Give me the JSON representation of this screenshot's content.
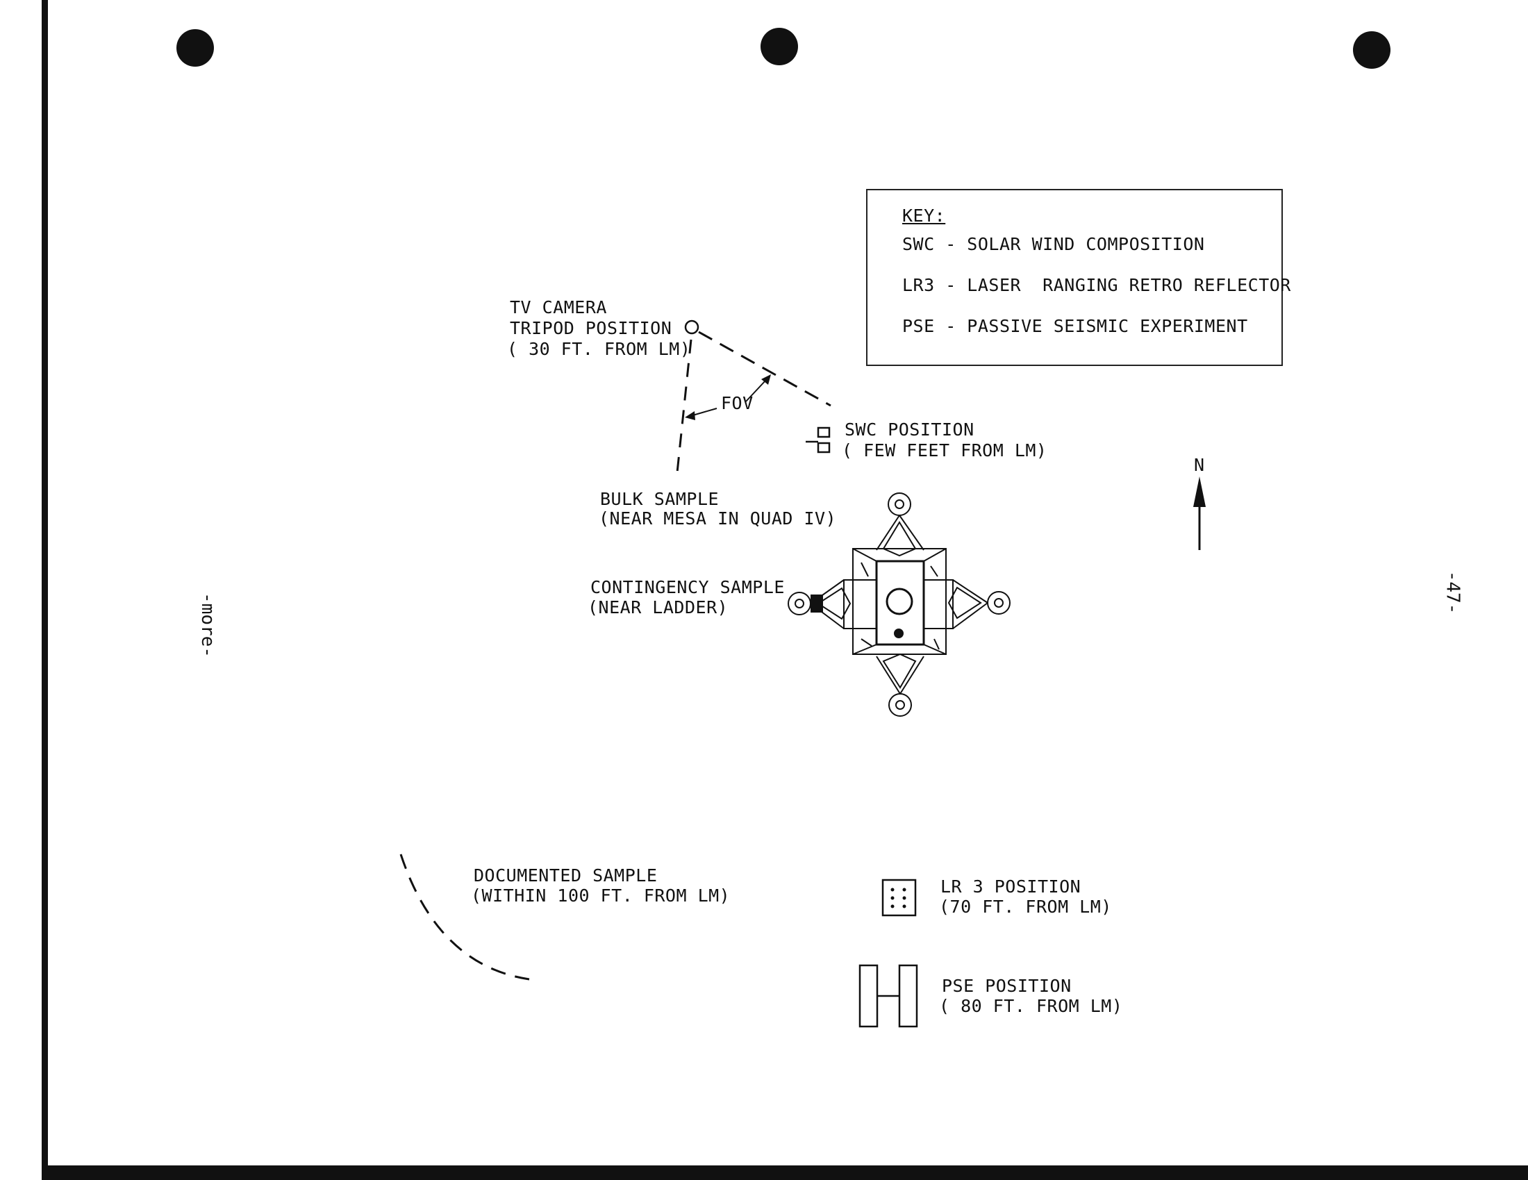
{
  "key": {
    "title": "KEY:",
    "items": [
      "SWC - SOLAR WIND COMPOSITION",
      "LR3 - LASER  RANGING RETRO REFLECTOR",
      "PSE - PASSIVE SEISMIC EXPERIMENT"
    ]
  },
  "labels": {
    "tv_camera": [
      "TV CAMERA",
      "TRIPOD POSITION",
      "( 30 FT. FROM LM)"
    ],
    "fov": "FOV",
    "swc_position": [
      "SWC POSITION",
      "( FEW FEET FROM LM)"
    ],
    "bulk_sample": [
      "BULK SAMPLE",
      "(NEAR MESA IN QUAD IV)"
    ],
    "contingency_sample": [
      "CONTINGENCY SAMPLE",
      "(NEAR LADDER)"
    ],
    "documented_sample": [
      "DOCUMENTED SAMPLE",
      "(WITHIN 100 FT. FROM LM)"
    ],
    "lr3_position": [
      "LR 3 POSITION",
      "(70 FT. FROM LM)"
    ],
    "pse_position": [
      "PSE POSITION",
      "( 80 FT. FROM LM)"
    ],
    "north": "N"
  },
  "margin": {
    "left_note": "-more-",
    "page_number": "-47-"
  }
}
